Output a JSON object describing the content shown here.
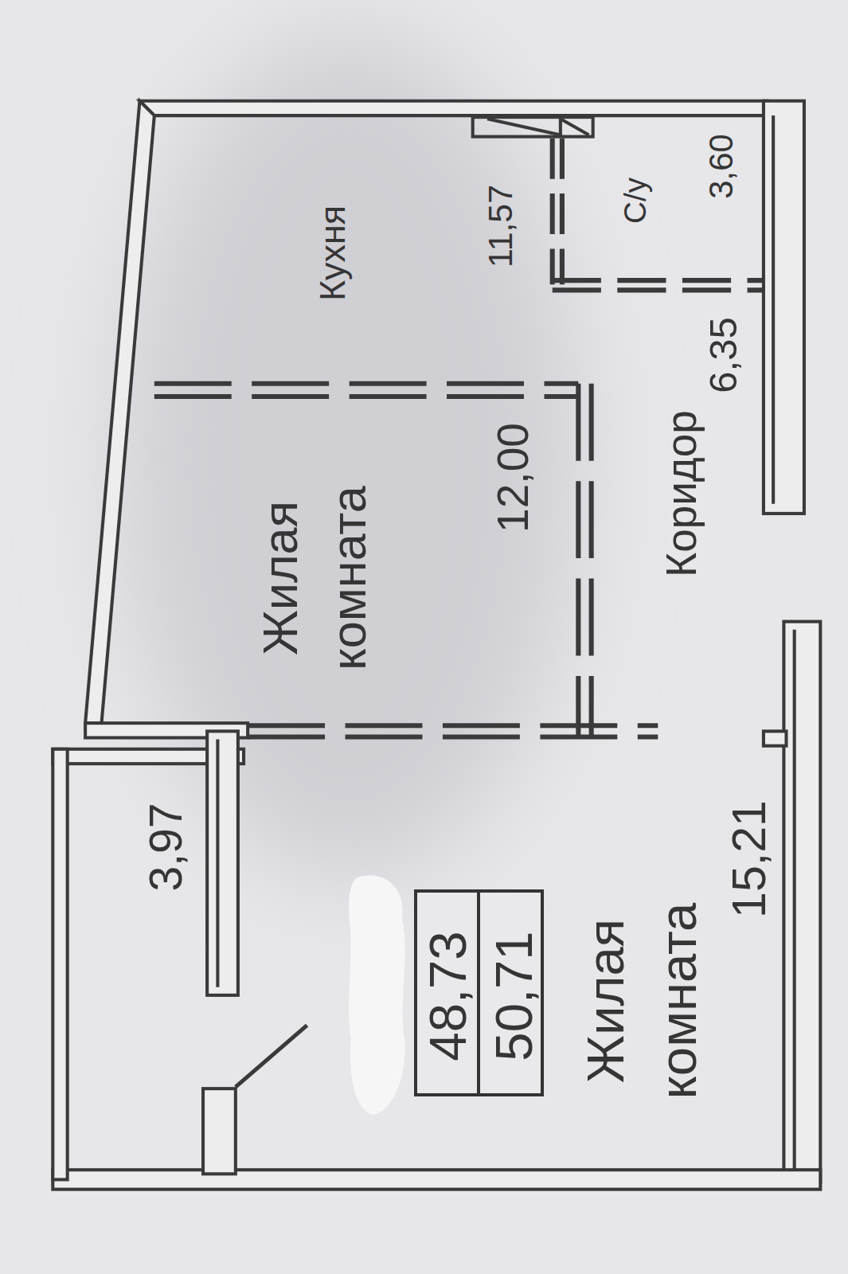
{
  "diagram": {
    "nodes": [
      {
        "text": [
          "Кухня",
          "11,57"
        ]
      },
      {
        "text": [
          "С/у",
          "3,60"
        ]
      },
      {
        "text": [
          "Жилая комната",
          "12,00"
        ]
      },
      {
        "text": [
          "Коридор",
          "6,35"
        ]
      },
      {
        "text": [
          "3,97"
        ]
      },
      {
        "text": [
          "Жилая комната",
          "15,21"
        ]
      },
      {
        "text": [
          "48,73",
          "50,71"
        ],
        "in": 5
      }
    ]
  }
}
